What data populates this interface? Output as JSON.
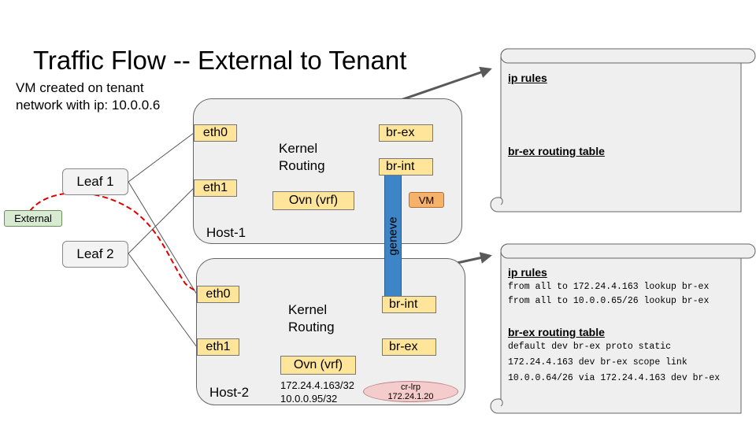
{
  "title": "Traffic Flow -- External to Tenant",
  "subtitle": "VM created on tenant network with ip: 10.0.0.6",
  "external": "External",
  "leaves": [
    "Leaf 1",
    "Leaf 2"
  ],
  "host1": {
    "label": "Host-1",
    "eth0": "eth0",
    "eth1": "eth1",
    "kernel": "Kernel\nRouting",
    "ovn": "Ovn (vrf)",
    "br_ex": "br-ex",
    "br_int": "br-int",
    "vm": "VM"
  },
  "host2": {
    "label": "Host-2",
    "eth0": "eth0",
    "eth1": "eth1",
    "kernel": "Kernel\nRouting",
    "ovn": "Ovn (vrf)",
    "br_ex": "br-ex",
    "br_int": "br-int",
    "ips": [
      "172.24.4.163/32",
      "10.0.0.95/32"
    ],
    "cr_lrp": [
      "cr-lrp",
      "172.24.1.20"
    ]
  },
  "tunnel": "geneve",
  "panel1": {
    "ip_rules_title": "ip rules",
    "routing_title": "br-ex routing table"
  },
  "panel2": {
    "ip_rules_title": "ip rules",
    "ip_rules": [
      "from all to 172.24.4.163 lookup br-ex",
      "from all to 10.0.0.65/26 lookup br-ex"
    ],
    "routing_title": "br-ex routing table",
    "routes": [
      "default dev br-ex proto static",
      "172.24.4.163 dev br-ex scope link",
      "10.0.0.64/26 via 172.24.4.163 dev br-ex"
    ]
  },
  "colors": {
    "host_bg": "#efefef",
    "port": "#ffe599",
    "kernel": "#fff2cc",
    "external": "#d9ead3",
    "vm": "#f6b26b",
    "cr_lrp": "#f4cccc",
    "geneve": "#3d85c6",
    "flow_path": "#e00000",
    "arrow": "#595959"
  }
}
